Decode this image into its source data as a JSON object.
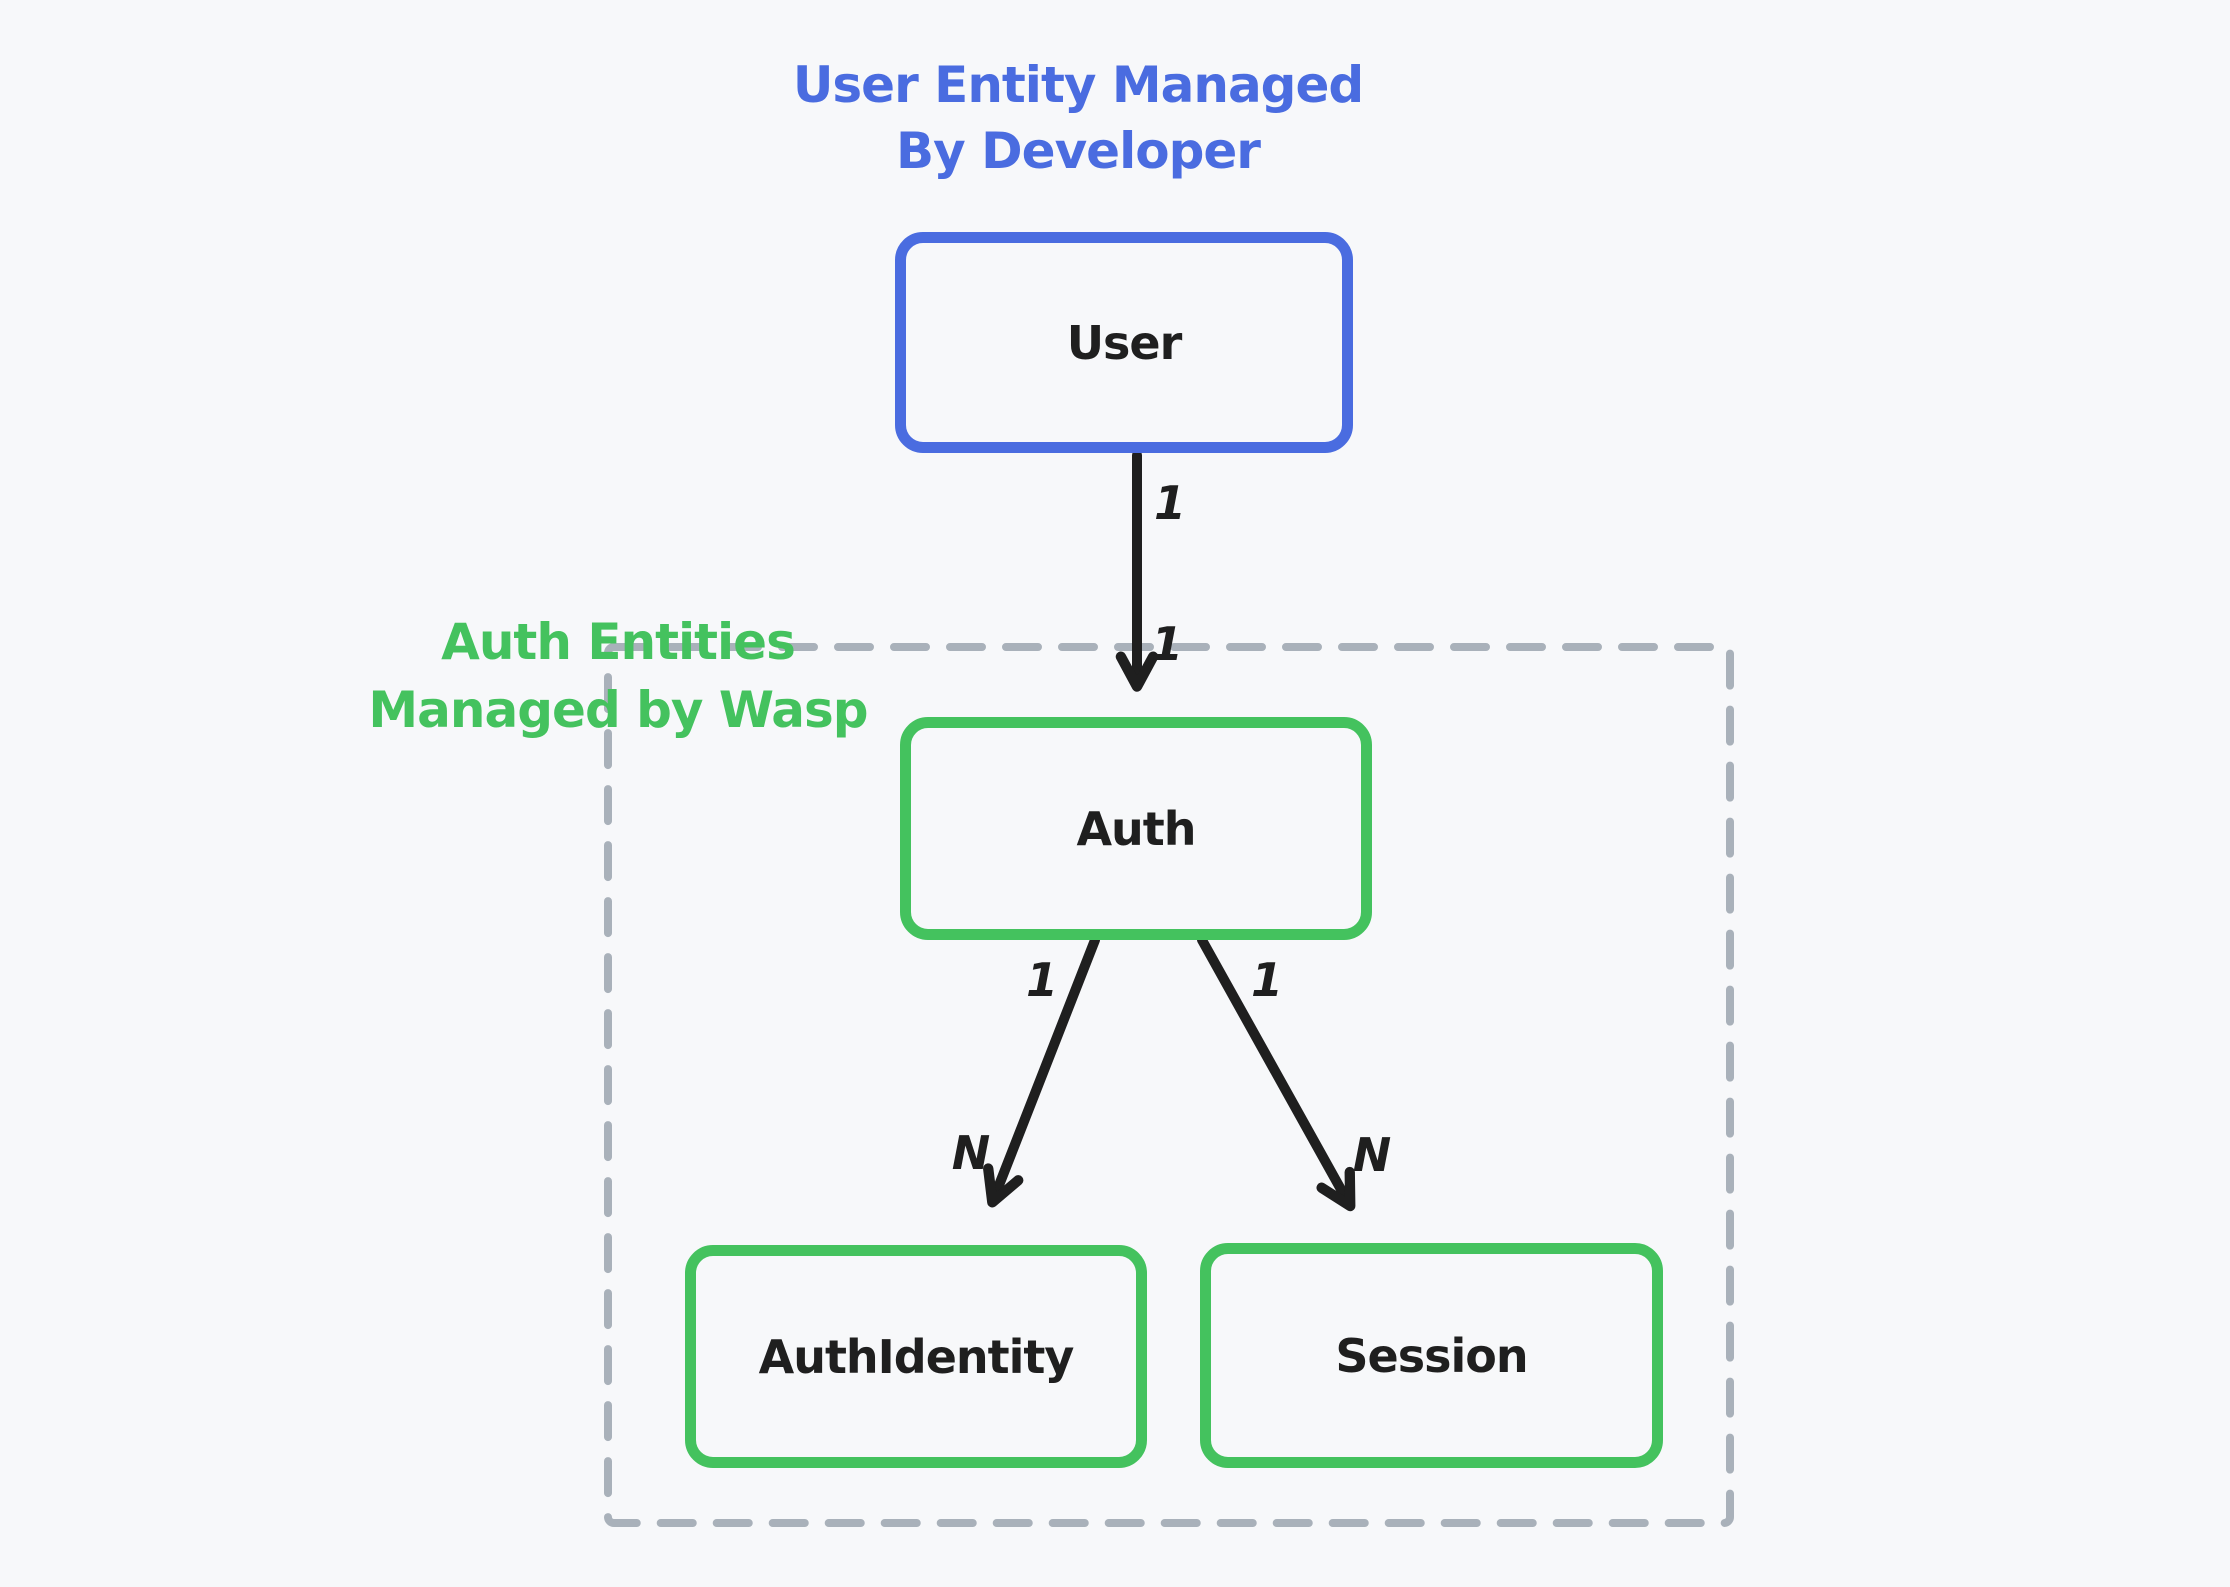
{
  "title": {
    "line1": "User Entity Managed",
    "line2": "By Developer"
  },
  "group_label": {
    "line1": "Auth Entities",
    "line2": "Managed by Wasp"
  },
  "nodes": {
    "user": {
      "label": "User"
    },
    "auth": {
      "label": "Auth"
    },
    "authidentity": {
      "label": "AuthIdentity"
    },
    "session": {
      "label": "Session"
    }
  },
  "edges": [
    {
      "from": "User",
      "to": "Auth",
      "source_label": "1",
      "target_label": "1"
    },
    {
      "from": "Auth",
      "to": "AuthIdentity",
      "source_label": "1",
      "target_label": "N"
    },
    {
      "from": "Auth",
      "to": "Session",
      "source_label": "1",
      "target_label": "N"
    }
  ],
  "colors": {
    "background": "#f7f8fa",
    "user_entity_blue": "#4a6ce0",
    "wasp_entity_green": "#44c25e",
    "group_border_gray": "#a9b1ba",
    "arrow_black": "#1f1f1f"
  }
}
